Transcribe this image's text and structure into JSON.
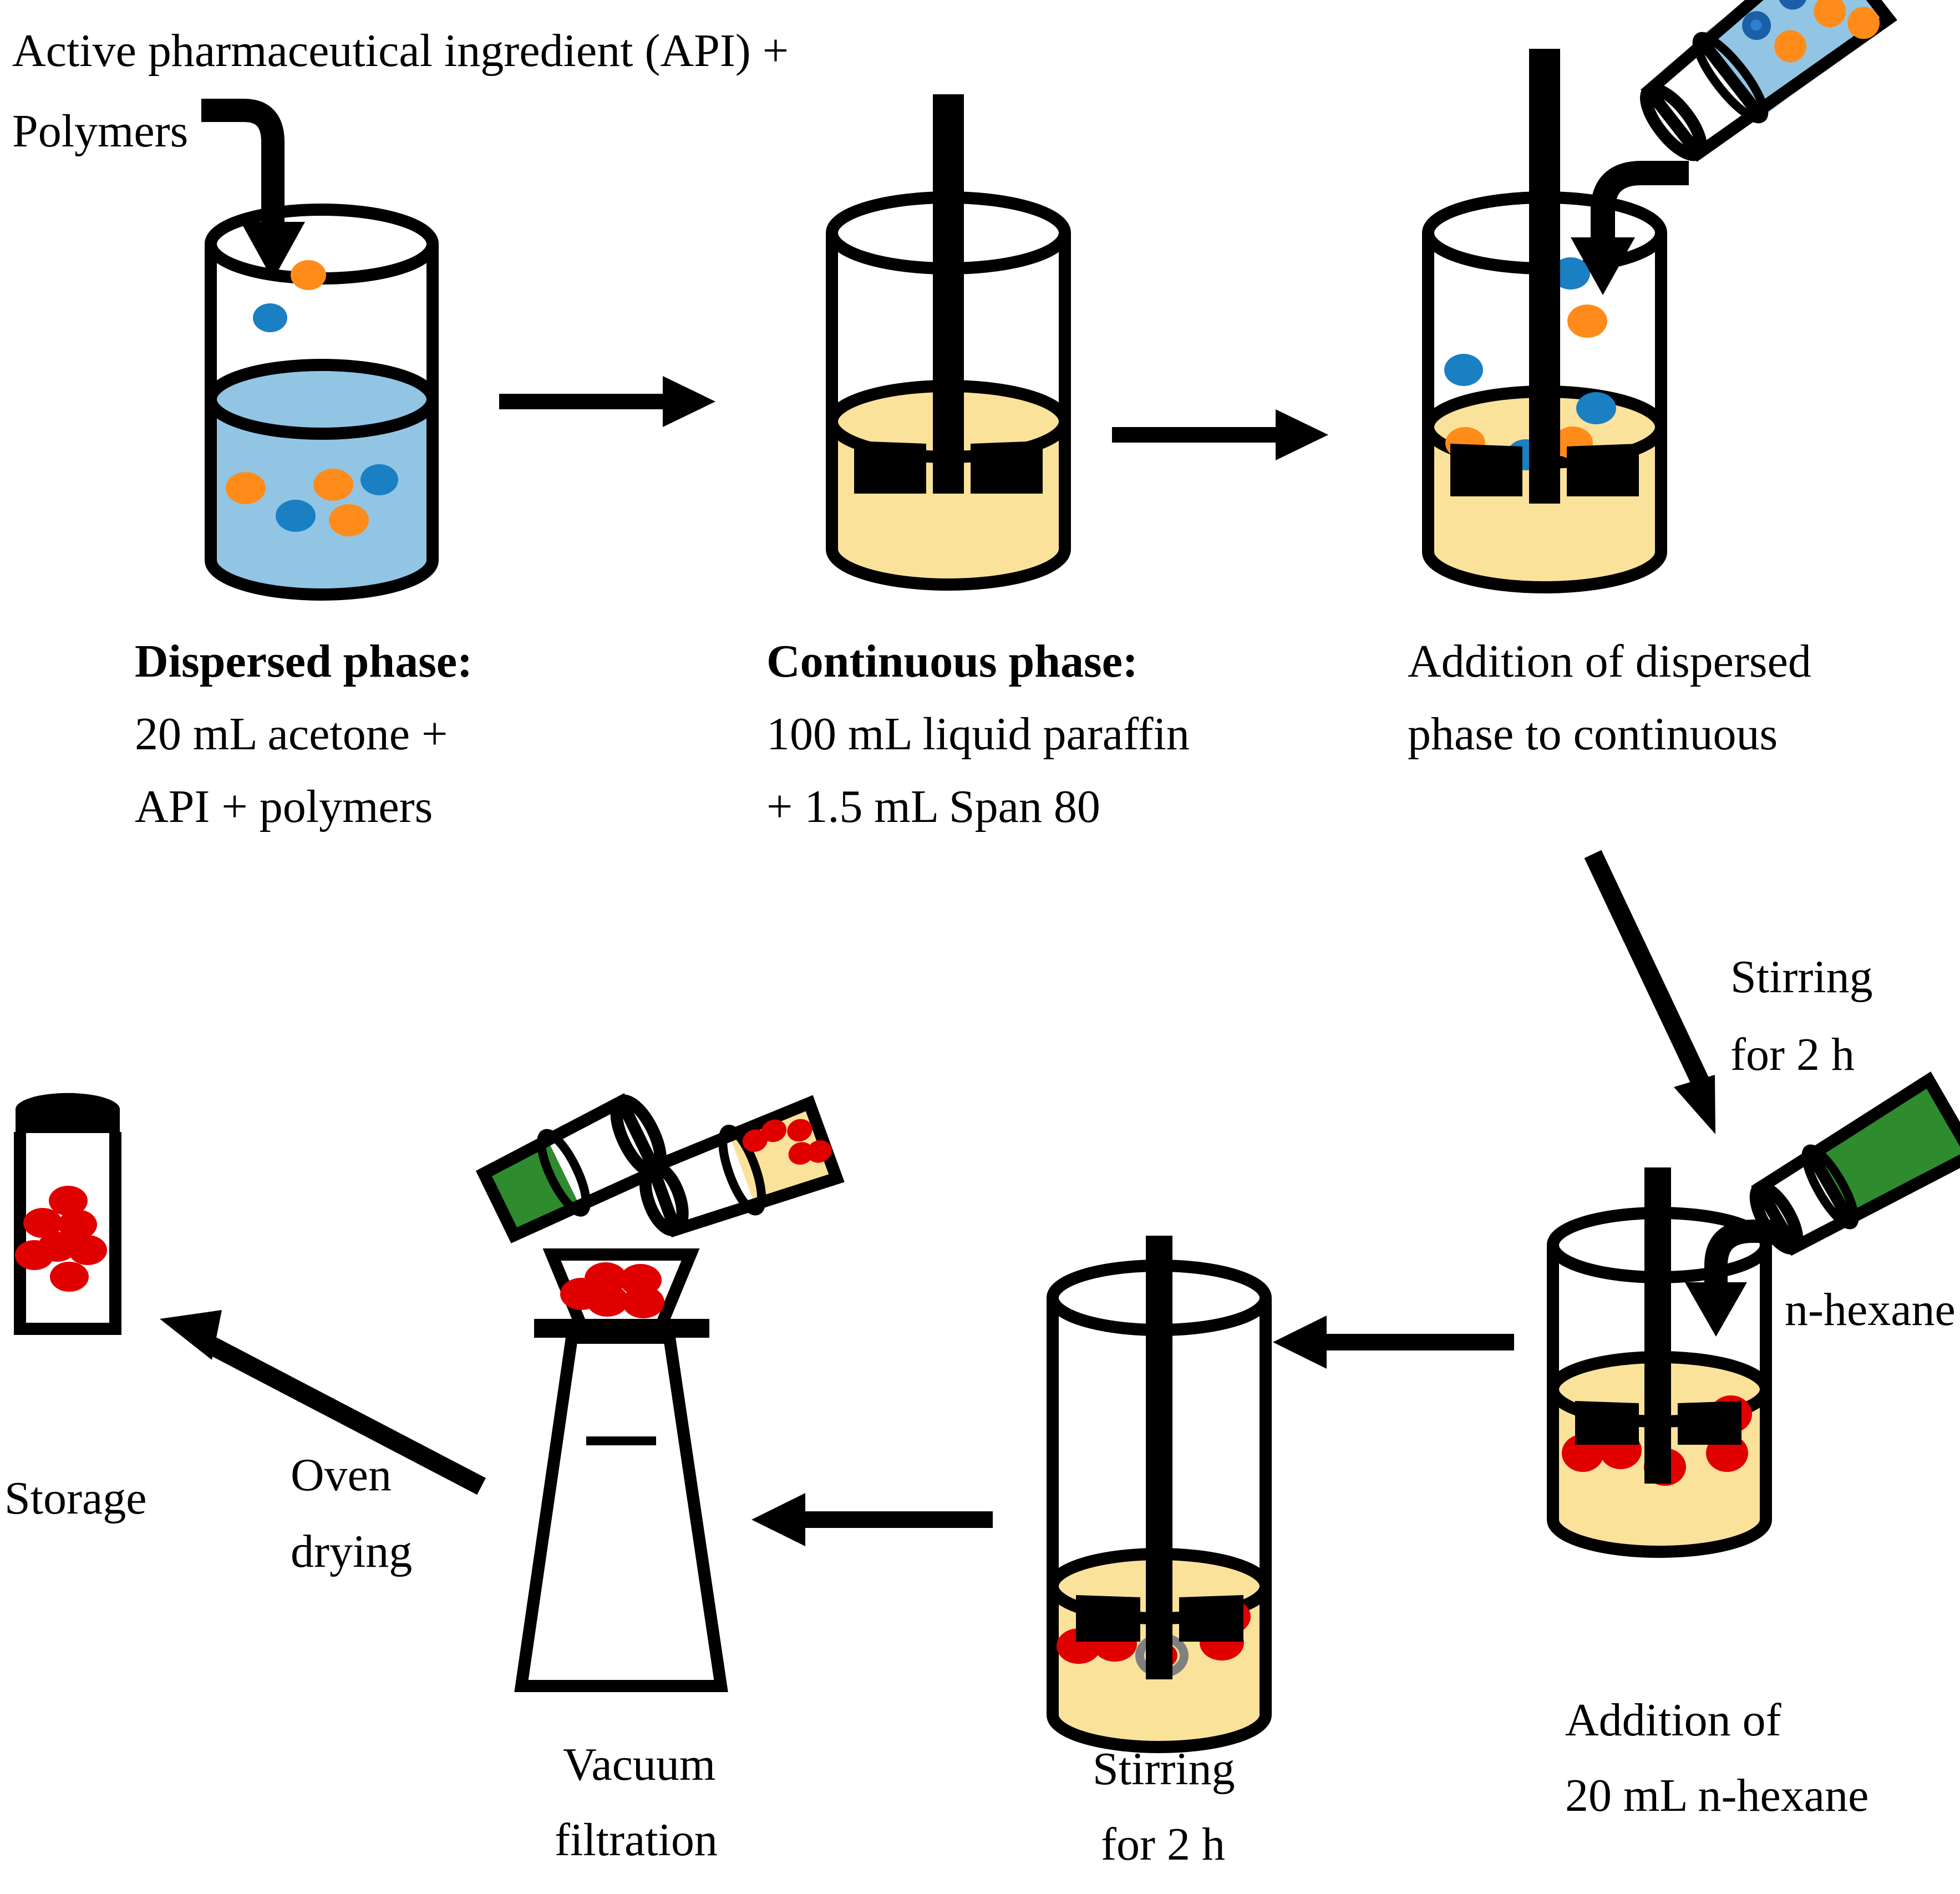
{
  "diagram": {
    "title": "Emulsion solvent evaporation microsphere preparation workflow",
    "colors": {
      "aqueous_blue": "#92C5E4",
      "paraffin_yellow": "#FBE29B",
      "api_orange": "#FF8C1A",
      "polymer_blue": "#1B7FC4",
      "particle_red": "#E00000",
      "hexane_green": "#2E8B2E",
      "outline_black": "#000000",
      "grey_ring": "#808080"
    }
  },
  "labels": {
    "api_polymers_line1": "Active pharmaceutical ingredient (API) +",
    "api_polymers_line2": "Polymers",
    "dispersed_heading": "Dispersed phase:",
    "dispersed_line1": "20 mL acetone +",
    "dispersed_line2": "API + polymers",
    "continuous_heading": "Continuous phase:",
    "continuous_line1": "100 mL liquid paraffin",
    "continuous_line2": "+ 1.5 mL Span 80",
    "addition_dispersed_line1": "Addition of dispersed",
    "addition_dispersed_line2": "phase to continuous",
    "stirring_top_line1": "Stirring",
    "stirring_top_line2": "for 2 h",
    "n_hexane": "n-hexane",
    "addition_hexane_line1": "Addition of",
    "addition_hexane_line2": "20 mL n-hexane",
    "stirring_bottom_line1": "Stirring",
    "stirring_bottom_line2": "for 2 h",
    "vacuum_line1": "Vacuum",
    "vacuum_line2": "filtration",
    "oven_line1": "Oven",
    "oven_line2": "drying",
    "storage": "Storage"
  },
  "steps": [
    {
      "id": "step-1-dispersed-phase",
      "vessel": "beaker",
      "liquid": "aqueous_blue",
      "heading": "Dispersed phase:",
      "details": [
        "20 mL acetone +",
        "API + polymers"
      ],
      "particles": {
        "orange": 4,
        "blue": 3
      }
    },
    {
      "id": "step-2-continuous-phase",
      "vessel": "beaker-with-stirrer",
      "liquid": "paraffin_yellow",
      "heading": "Continuous phase:",
      "details": [
        "100 mL liquid paraffin",
        "+ 1.5 mL Span 80"
      ],
      "particles": {
        "orange": 0,
        "blue": 0
      }
    },
    {
      "id": "step-3-addition-dispersed",
      "vessel": "beaker-with-stirrer-and-pouring-bottle",
      "liquid": "paraffin_yellow",
      "heading": "",
      "details": [
        "Addition of dispersed",
        "phase to continuous"
      ],
      "particles": {
        "orange": 3,
        "blue": 4
      }
    },
    {
      "id": "step-4-addition-hexane",
      "vessel": "beaker-with-stirrer-and-green-bottle",
      "liquid": "paraffin_yellow",
      "heading": "",
      "details": [
        "Addition of",
        "20 mL n-hexane"
      ],
      "particles": {
        "red": 6
      }
    },
    {
      "id": "step-5-stirring-2h",
      "vessel": "beaker-with-stirrer",
      "liquid": "paraffin_yellow",
      "heading": "",
      "details": [
        "Stirring",
        "for 2 h"
      ],
      "particles": {
        "red": 6
      }
    },
    {
      "id": "step-6-vacuum-filtration",
      "vessel": "buchner-funnel",
      "liquid": "none",
      "heading": "",
      "details": [
        "Vacuum",
        "filtration"
      ],
      "particles": {
        "red": 6
      }
    },
    {
      "id": "step-7-storage",
      "vessel": "capped-vial",
      "liquid": "none",
      "heading": "",
      "details": [
        "Storage"
      ],
      "particles": {
        "red": 7
      }
    }
  ],
  "transitions": [
    {
      "from": "step-1-dispersed-phase",
      "to": "step-2-continuous-phase",
      "label": "",
      "direction": "right"
    },
    {
      "from": "step-2-continuous-phase",
      "to": "step-3-addition-dispersed",
      "label": "",
      "direction": "right"
    },
    {
      "from": "step-3-addition-dispersed",
      "to": "step-4-addition-hexane",
      "label": "Stirring for 2 h",
      "direction": "down"
    },
    {
      "from": "step-4-addition-hexane",
      "to": "step-5-stirring-2h",
      "label": "",
      "direction": "left"
    },
    {
      "from": "step-5-stirring-2h",
      "to": "step-6-vacuum-filtration",
      "label": "",
      "direction": "left"
    },
    {
      "from": "step-6-vacuum-filtration",
      "to": "step-7-storage",
      "label": "Oven drying",
      "direction": "up-left"
    }
  ]
}
